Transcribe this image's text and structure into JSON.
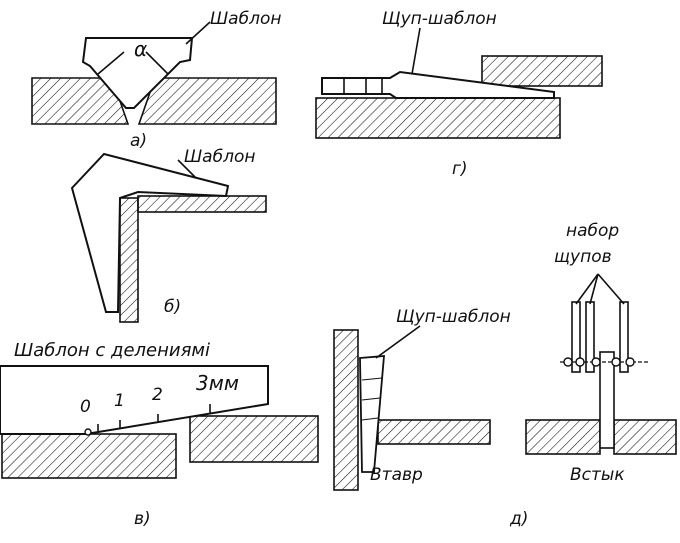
{
  "labels": {
    "a_template": "Шаблон",
    "a_angle": "α",
    "a_caption": "а)",
    "b_template": "Шаблон",
    "b_caption": "б)",
    "v_template": "Шаблон с делениямі",
    "v_scale_0": "0",
    "v_scale_1": "1",
    "v_scale_2": "2",
    "v_scale_3": "3мм",
    "v_caption": "в)",
    "g_probe": "Щуп-шаблон",
    "g_caption": "г)",
    "d_probe": "Щуп-шаблон",
    "d_tee": "Втавр",
    "d_set": "набор",
    "d_set2": "щупов",
    "d_butt": "Встык",
    "d_caption": "д)"
  },
  "colors": {
    "ink": "#111111",
    "paper": "#ffffff"
  }
}
